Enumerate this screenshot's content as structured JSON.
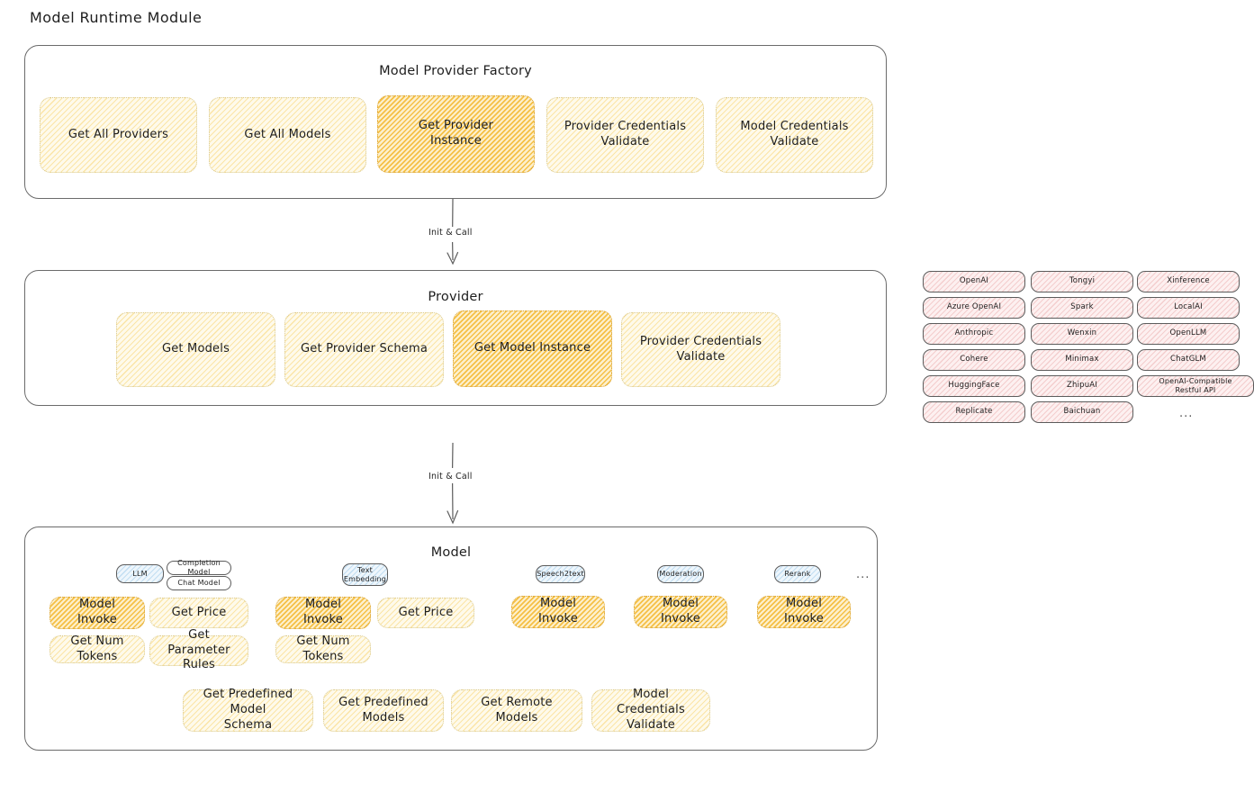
{
  "page": {
    "title": "Model Runtime Module"
  },
  "colors": {
    "highlight_amber": "#f3b72e",
    "node_cream": "#fefaeb",
    "provider_pink": "#fdf0f0",
    "model_type_blue": "#eef6fc",
    "stroke": "#1e1e1e"
  },
  "factory": {
    "title": "Model Provider Factory",
    "nodes": [
      {
        "label": "Get All Providers",
        "highlighted": false
      },
      {
        "label": "Get All Models",
        "highlighted": false
      },
      {
        "label": "Get Provider\nInstance",
        "highlighted": true
      },
      {
        "label": "Provider Credentials\nValidate",
        "highlighted": false
      },
      {
        "label": "Model Credentials\nValidate",
        "highlighted": false
      }
    ]
  },
  "arrows": [
    {
      "label": "Init & Call",
      "from": "Model Provider Factory",
      "to": "Provider"
    },
    {
      "label": "Init & Call",
      "from": "Provider",
      "to": "Model"
    }
  ],
  "provider": {
    "title": "Provider",
    "nodes": [
      {
        "label": "Get Models",
        "highlighted": false
      },
      {
        "label": "Get Provider Schema",
        "highlighted": false
      },
      {
        "label": "Get Model Instance",
        "highlighted": true
      },
      {
        "label": "Provider Credentials\nValidate",
        "highlighted": false
      }
    ]
  },
  "provider_list": {
    "columns": [
      [
        "OpenAI",
        "Azure OpenAI",
        "Anthropic",
        "Cohere",
        "HuggingFace",
        "Replicate"
      ],
      [
        "Tongyi",
        "Spark",
        "Wenxin",
        "Minimax",
        "ZhipuAI",
        "Baichuan"
      ],
      [
        "Xinference",
        "LocalAI",
        "OpenLLM",
        "ChatGLM",
        "OpenAI-Compatible Restful API"
      ]
    ],
    "more": "..."
  },
  "model": {
    "title": "Model",
    "more": "...",
    "types": [
      {
        "badges": [
          {
            "label": "LLM",
            "style": "blue"
          },
          {
            "label": "Completion Model",
            "style": "white"
          },
          {
            "label": "Chat Model",
            "style": "white"
          }
        ],
        "nodes": [
          {
            "label": "Model Invoke",
            "highlighted": true
          },
          {
            "label": "Get Price",
            "highlighted": false
          },
          {
            "label": "Get Num Tokens",
            "highlighted": false
          },
          {
            "label": "Get Parameter\nRules",
            "highlighted": false
          }
        ]
      },
      {
        "badges": [
          {
            "label": "Text\nEmbedding",
            "style": "blue"
          }
        ],
        "nodes": [
          {
            "label": "Model Invoke",
            "highlighted": true
          },
          {
            "label": "Get Price",
            "highlighted": false
          },
          {
            "label": "Get Num Tokens",
            "highlighted": false
          }
        ]
      },
      {
        "badges": [
          {
            "label": "Speech2text",
            "style": "blue"
          }
        ],
        "nodes": [
          {
            "label": "Model Invoke",
            "highlighted": true
          }
        ]
      },
      {
        "badges": [
          {
            "label": "Moderation",
            "style": "blue"
          }
        ],
        "nodes": [
          {
            "label": "Model Invoke",
            "highlighted": true
          }
        ]
      },
      {
        "badges": [
          {
            "label": "Rerank",
            "style": "blue"
          }
        ],
        "nodes": [
          {
            "label": "Model Invoke",
            "highlighted": true
          }
        ]
      }
    ],
    "shared_nodes": [
      {
        "label": "Get Predefined Model\nSchema"
      },
      {
        "label": "Get Predefined\nModels"
      },
      {
        "label": "Get Remote Models"
      },
      {
        "label": "Model Credentials\nValidate"
      }
    ]
  }
}
